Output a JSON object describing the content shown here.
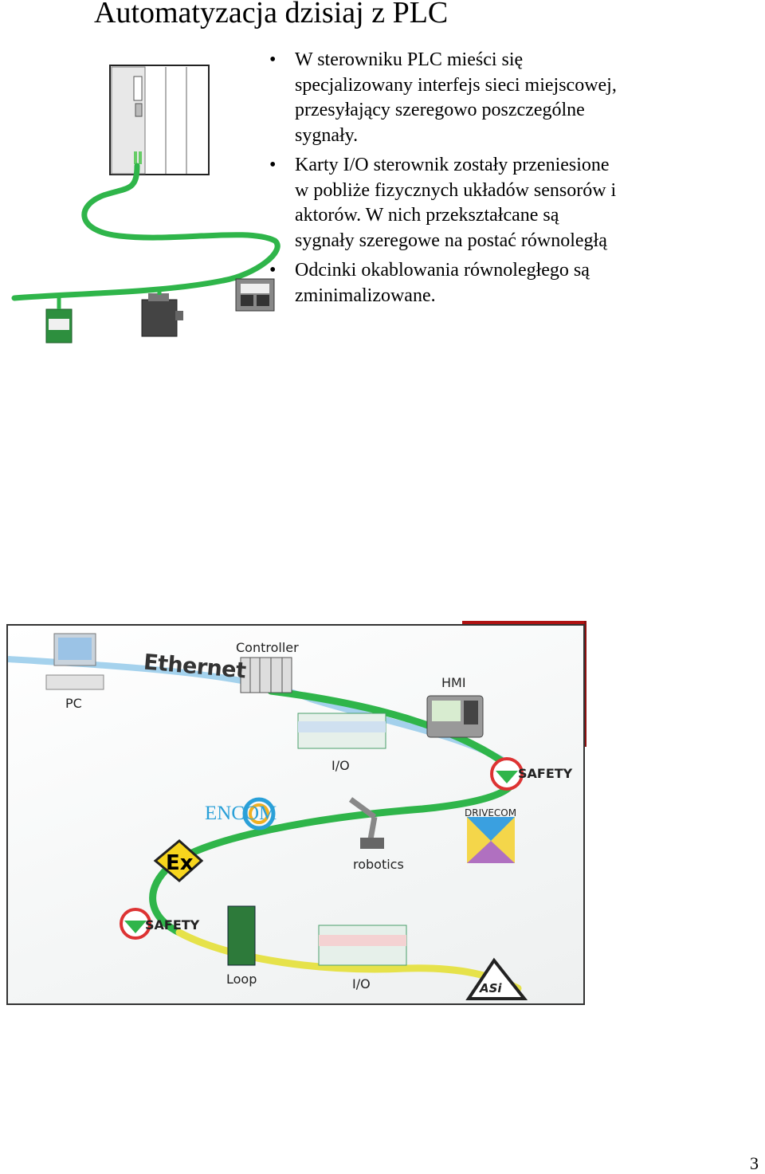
{
  "title": "Automatyzacja dzisiaj z PLC",
  "bullets": [
    "W sterowniku PLC mieści się specjalizowany interfejs sieci miejscowej, przesyłający szeregowo poszczególne sygnały.",
    "Karty I/O sterownik zostały przeniesione w pobliże fizycznych układów sensorów i aktorów. W nich przekształcane są sygnały szeregowe na postać równoległą",
    "Odcinki okablowania równoległego są zminimalizowane."
  ],
  "network_diagram": {
    "ethernet_label": "Ethernet",
    "pc_label": "PC",
    "controller_label": "Controller",
    "hmi_label": "HMI",
    "io_label_top": "I/O",
    "safety_label_right": "SAFETY",
    "encom_label": "ENCOM",
    "drivecom_label": "DRIVECOM",
    "robotics_label": "robotics",
    "safety_label_left": "SAFETY",
    "loop_label": "Loop",
    "io_label_bottom": "I/O",
    "asi_label": "ASi"
  },
  "page_number": "3",
  "colors": {
    "cable_green": "#2fb54a",
    "cable_yellow": "#e6e24a",
    "ethernet_blue": "#8ec7e8",
    "frame_red": "#b01212"
  }
}
